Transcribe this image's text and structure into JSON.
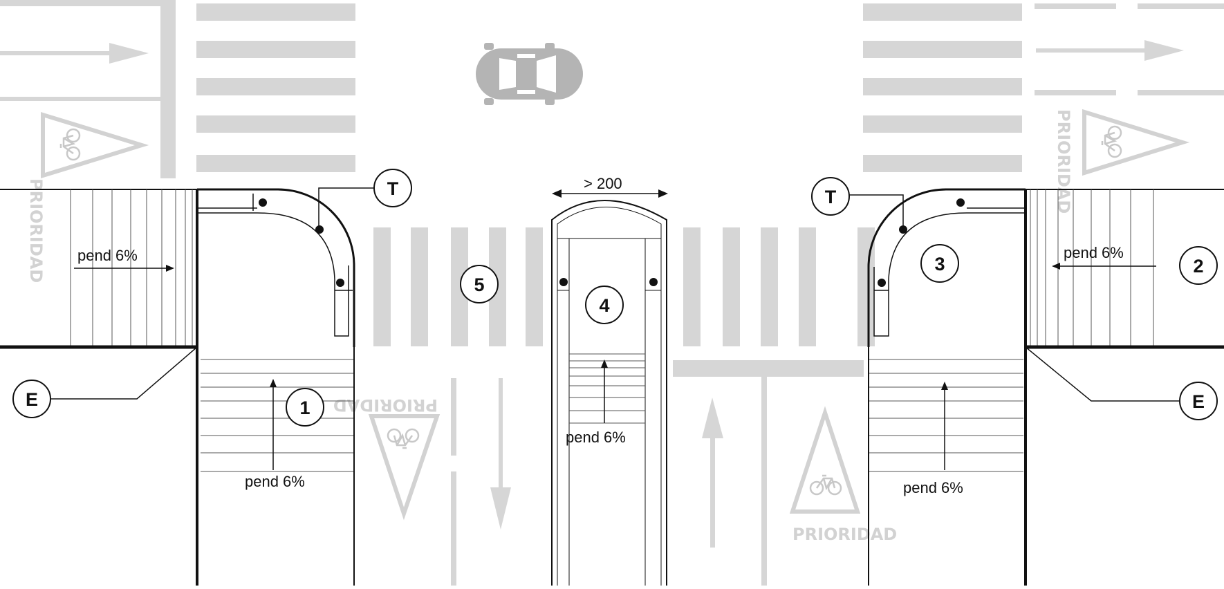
{
  "labels": {
    "slope": "pend 6%",
    "width": "> 200",
    "priority": "PRIORIDAD",
    "tactile": "T",
    "edge": "E"
  },
  "markers": [
    "1",
    "2",
    "3",
    "4",
    "5"
  ],
  "colors": {
    "road_paint": "#d6d6d6",
    "line": "#111111",
    "background": "#ffffff"
  },
  "icons": [
    "car-icon",
    "bicycle-icon",
    "arrow-icon"
  ]
}
